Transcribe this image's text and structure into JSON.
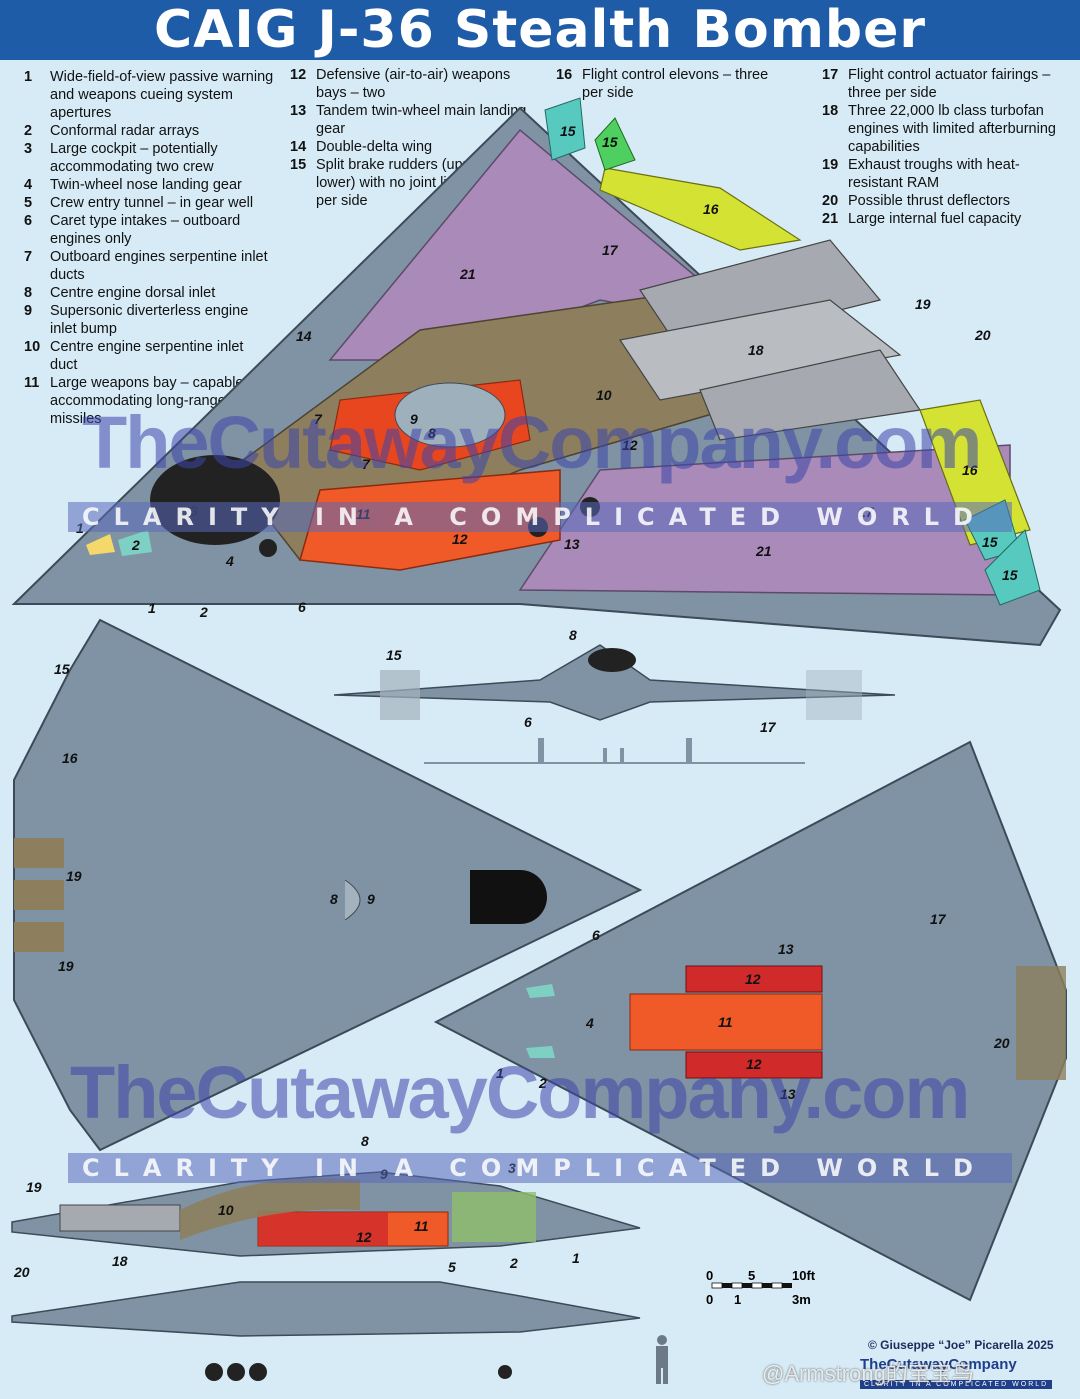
{
  "title": "CAIG J-36 Stealth Bomber",
  "key": {
    "col1": [
      {
        "num": "1",
        "text": "Wide-field-of-view passive warning and weapons cueing system apertures"
      },
      {
        "num": "2",
        "text": "Conformal radar arrays"
      },
      {
        "num": "3",
        "text": "Large cockpit – potentially accommodating two crew"
      },
      {
        "num": "4",
        "text": "Twin-wheel nose landing gear"
      },
      {
        "num": "5",
        "text": "Crew entry tunnel – in gear well"
      },
      {
        "num": "6",
        "text": "Caret type intakes – outboard engines only"
      },
      {
        "num": "7",
        "text": "Outboard engines serpentine inlet ducts"
      },
      {
        "num": "8",
        "text": "Centre engine dorsal inlet"
      },
      {
        "num": "9",
        "text": "Supersonic diverterless engine inlet bump"
      },
      {
        "num": "10",
        "text": "Centre engine serpentine inlet duct"
      },
      {
        "num": "11",
        "text": "Large weapons bay – capable of accommodating long-range missiles"
      }
    ],
    "col2": [
      {
        "num": "12",
        "text": "Defensive (air-to-air) weapons bays – two"
      },
      {
        "num": "13",
        "text": "Tandem twin-wheel main landing gear"
      },
      {
        "num": "14",
        "text": "Double-delta wing"
      },
      {
        "num": "15",
        "text": "Split brake rudders (upper and lower) with no joint lines – two per side"
      }
    ],
    "col3": [
      {
        "num": "16",
        "text": "Flight control elevons – three per side"
      }
    ],
    "col4": [
      {
        "num": "17",
        "text": "Flight control actuator fairings – three per side"
      },
      {
        "num": "18",
        "text": "Three 22,000 lb class turbofan engines with limited afterburning capabilities"
      },
      {
        "num": "19",
        "text": "Exhaust troughs with heat-resistant RAM"
      },
      {
        "num": "20",
        "text": "Possible thrust deflectors"
      },
      {
        "num": "21",
        "text": "Large internal fuel capacity"
      }
    ]
  },
  "watermark": {
    "domain": "TheCutawayCompany.com",
    "tagline": "CLARITY IN A COMPLICATED WORLD"
  },
  "scale": {
    "ft_labels": [
      "0",
      "5",
      "10ft"
    ],
    "m_labels": [
      "0",
      "1",
      "3m"
    ]
  },
  "credit": "© Giuseppe “Joe” Picarella 2025",
  "company": "TheCutawayCompany",
  "company_tagline": "CLARITY IN A COMPLICATED WORLD",
  "weibo_mark": "@Armstrong的宝宝鸟",
  "colors": {
    "title_bar": "#1f5ca8",
    "background": "#d6ebf6",
    "airframe": "#7f93a4",
    "fuel": "#a98ab8",
    "duct": "#8d7f5e",
    "weapons_bay": "#f05a28",
    "defensive_bay": "#d02a2a",
    "elevon": "#d4e234",
    "rudder": "#58c9be",
    "radar": "#7fd0c4",
    "aperture": "#f4d86a"
  },
  "callouts": {
    "cutaway": [
      "15",
      "15",
      "16",
      "17",
      "21",
      "14",
      "19",
      "20",
      "18",
      "10",
      "7",
      "9",
      "8",
      "12",
      "7",
      "11",
      "12",
      "3",
      "1",
      "2",
      "4",
      "13",
      "16",
      "17",
      "15",
      "15",
      "21",
      "6",
      "1",
      "2"
    ],
    "front": [
      "8",
      "15",
      "6",
      "17"
    ],
    "top": [
      "15",
      "16",
      "19",
      "19",
      "8",
      "9",
      "3"
    ],
    "bottom": [
      "17",
      "6",
      "13",
      "12",
      "11",
      "4",
      "12",
      "1",
      "2",
      "13",
      "20"
    ],
    "side": [
      "8",
      "9",
      "3",
      "19",
      "10",
      "12",
      "11",
      "5",
      "2",
      "1",
      "18",
      "20"
    ]
  }
}
